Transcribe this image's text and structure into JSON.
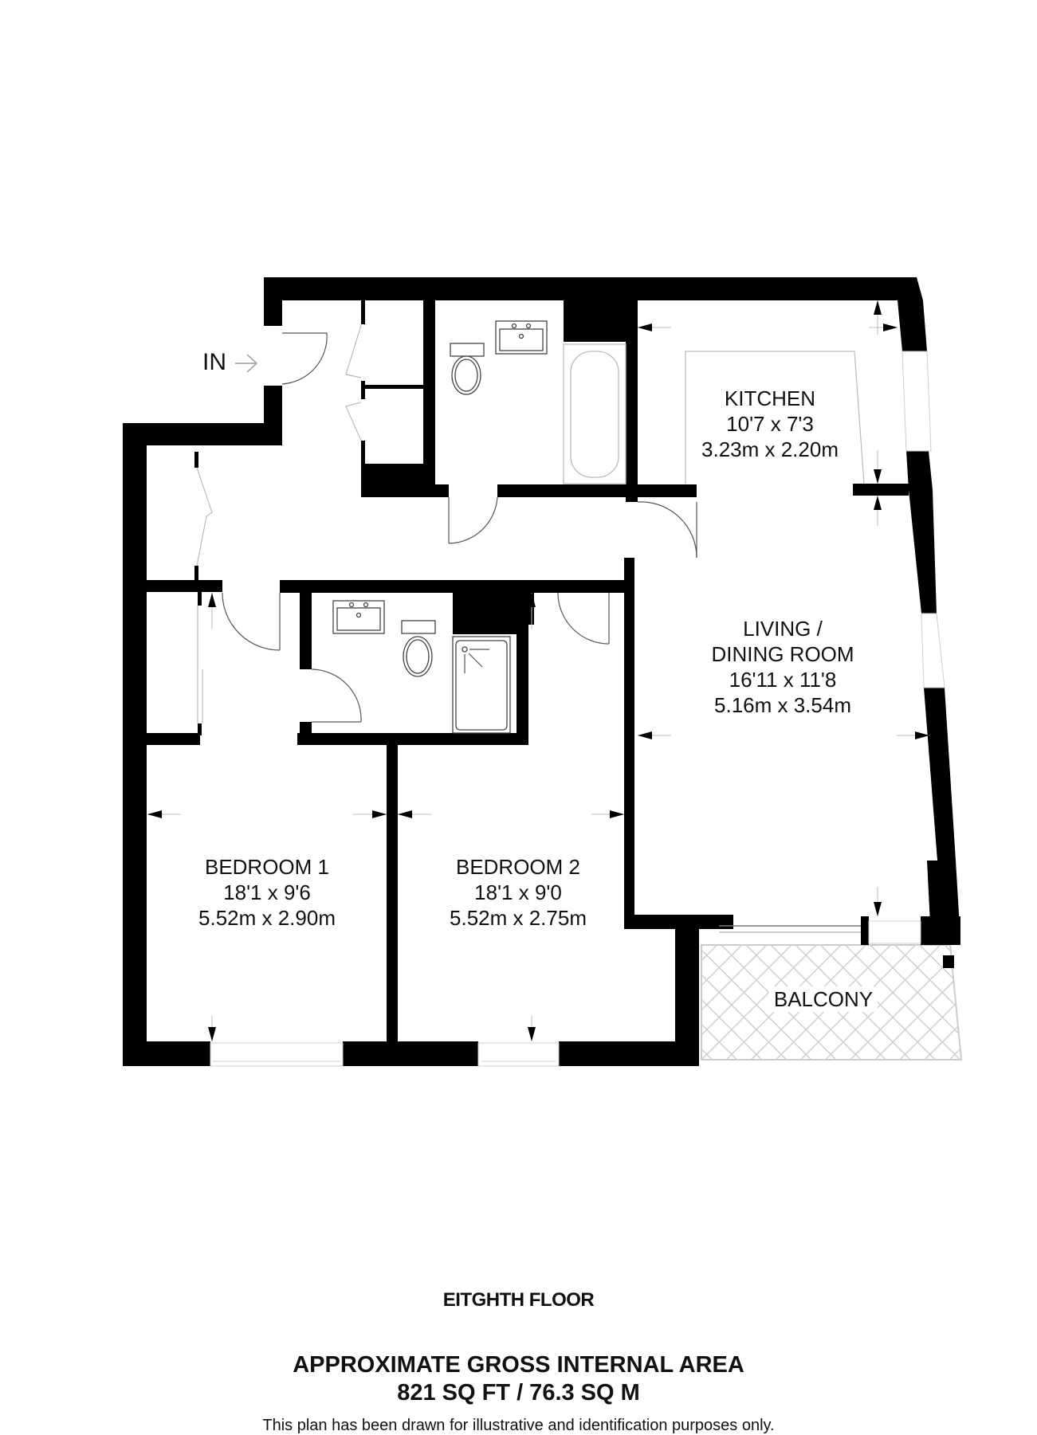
{
  "entrance": {
    "label": "IN",
    "icon": "arrow-right-icon"
  },
  "rooms": [
    {
      "name": "KITCHEN",
      "imperial": "10'7 x 7'3",
      "metric": "3.23m x 2.20m"
    },
    {
      "name": "LIVING /",
      "name2": "DINING ROOM",
      "imperial": "16'11 x 11'8",
      "metric": "5.16m x 3.54m"
    },
    {
      "name": "BEDROOM 1",
      "imperial": "18'1 x 9'6",
      "metric": "5.52m x 2.90m"
    },
    {
      "name": "BEDROOM 2",
      "imperial": "18'1 x 9'0",
      "metric": "5.52m x 2.75m"
    },
    {
      "name": "BALCONY"
    }
  ],
  "footer": {
    "floor": "EITGHTH FLOOR",
    "area_title": "APPROXIMATE GROSS INTERNAL AREA",
    "area_value": "821 SQ FT / 76.3 SQ M",
    "disclaimer": "This plan has been drawn for illustrative and identification purposes only."
  },
  "colors": {
    "wall": "#000000",
    "fixture_line": "#444444",
    "hatch": "#c8c8c8",
    "background": "#ffffff"
  }
}
